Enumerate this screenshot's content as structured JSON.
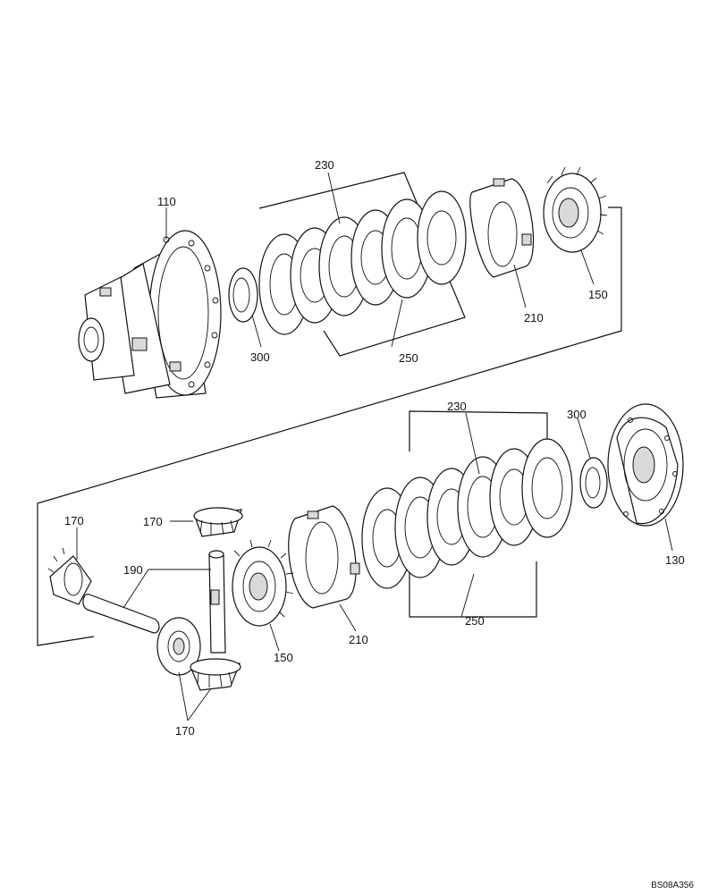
{
  "diagram": {
    "document_code": "BS08A356",
    "upper_assembly": {
      "callouts": {
        "housing": "110",
        "friction_discs": "230",
        "shim_washer": "300",
        "separator_plates": "250",
        "pressure_ring": "210",
        "side_gear": "150"
      }
    },
    "lower_assembly": {
      "callouts": {
        "friction_discs": "230",
        "shim_washer": "300",
        "cover_housing": "130",
        "separator_plates": "250",
        "pressure_ring": "210",
        "side_gear": "150",
        "spider_shaft": "190",
        "pinion_top": "170",
        "pinion_left": "170",
        "pinion_bottom": "170"
      }
    }
  }
}
